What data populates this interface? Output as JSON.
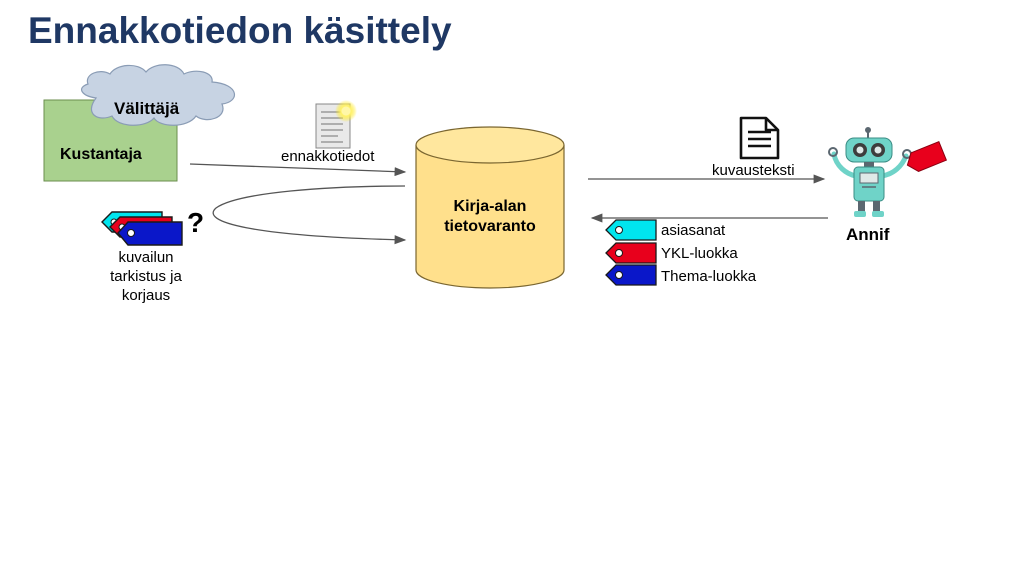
{
  "title": "Ennakkotiedon käsittely",
  "publisher": {
    "label": "Kustantaja"
  },
  "distributor": {
    "label": "Välittäjä"
  },
  "database": {
    "line1": "Kirja-alan",
    "line2": "tietovaranto"
  },
  "flows": {
    "advance_data": "ennakkotiedot",
    "description_text": "kuvausteksti"
  },
  "annif": {
    "label": "Annif"
  },
  "review": {
    "question_mark": "?",
    "line1": "kuvailun",
    "line2": "tarkistus ja",
    "line3": "korjaus"
  },
  "subject_tags": [
    {
      "label": "asiasanat",
      "color": "#00e5ee"
    },
    {
      "label": "YKL-luokka",
      "color": "#e8001c"
    },
    {
      "label": "Thema-luokka",
      "color": "#0a17c9"
    }
  ],
  "icons": {
    "document": "document-icon",
    "text_document": "text-document-icon",
    "robot": "robot-icon",
    "tags": "tag-icon",
    "cloud": "cloud-icon",
    "database": "database-cylinder-icon"
  }
}
